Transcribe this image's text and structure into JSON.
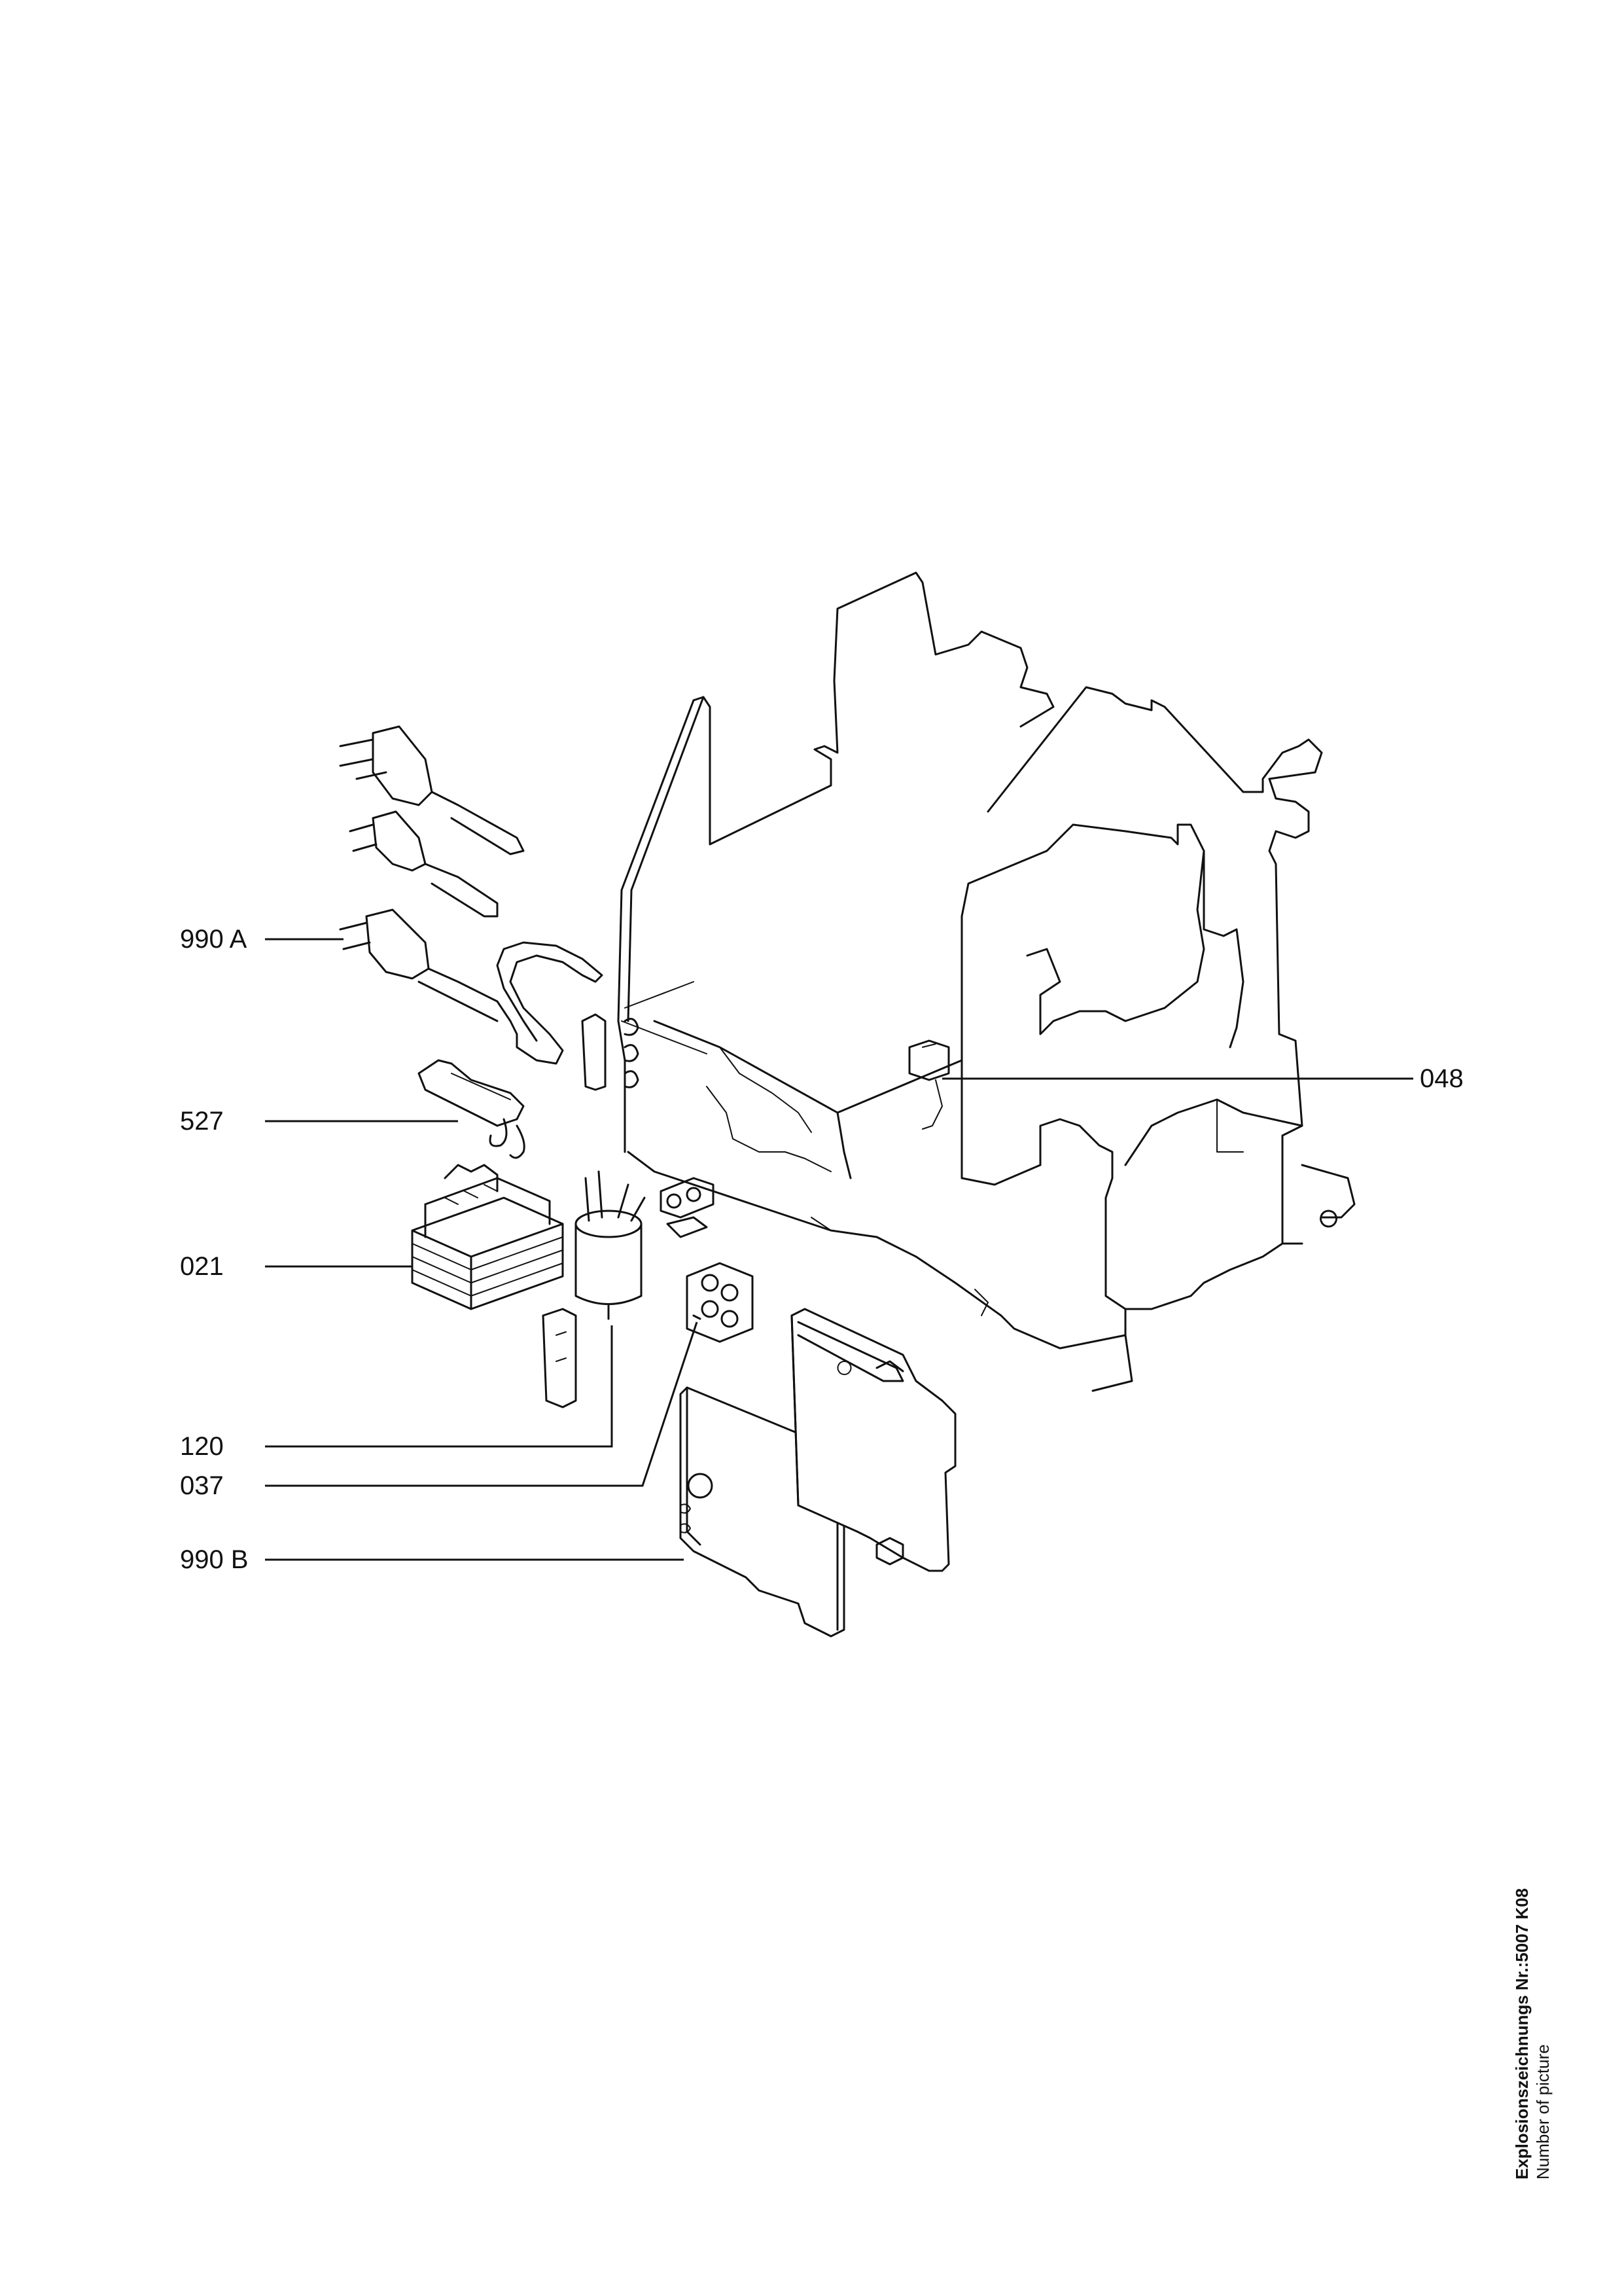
{
  "labels": {
    "l990a": "990 A",
    "l527": "527",
    "l021": "021",
    "l120": "120",
    "l037": "037",
    "l990b": "990 B",
    "l048": "048"
  },
  "footer": {
    "title": "Explosionszeichnungs Nr.:5007 K08",
    "subtitle": "Number of picture"
  }
}
